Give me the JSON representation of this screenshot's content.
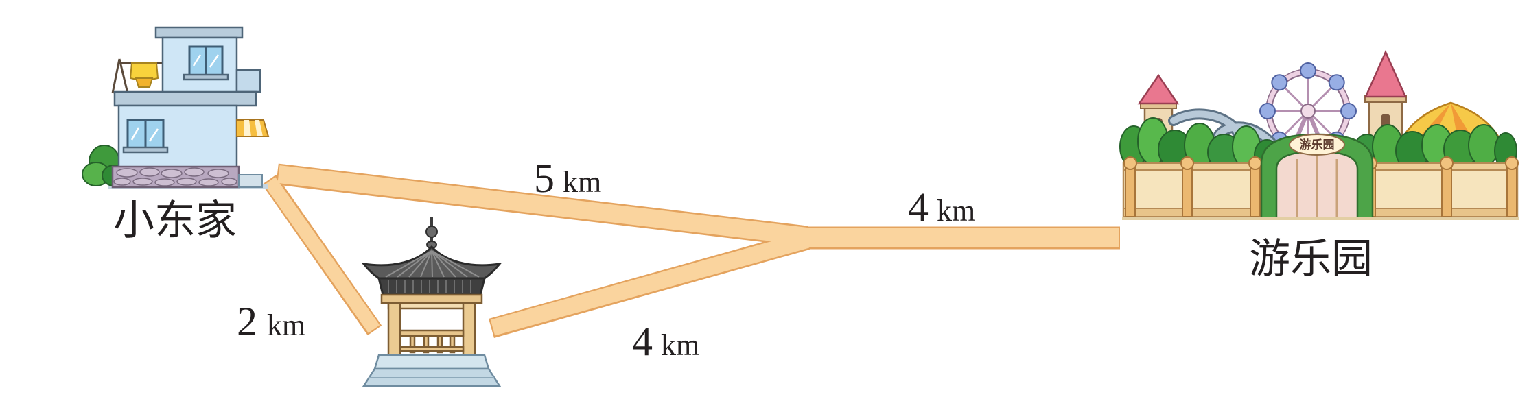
{
  "places": {
    "home": {
      "label": "小东家"
    },
    "park": {
      "label": "游乐园",
      "gate_sign": "游乐园"
    }
  },
  "roads": {
    "home_to_fork": {
      "distance": 5,
      "unit": "km"
    },
    "fork_to_park": {
      "distance": 4,
      "unit": "km"
    },
    "home_to_pavilion": {
      "distance": 2,
      "unit": "km"
    },
    "pavilion_to_fork": {
      "distance": 4,
      "unit": "km"
    }
  },
  "illustrations": {
    "home": "house-icon",
    "pavilion": "pavilion-icon",
    "park": "amusement-park-icon"
  },
  "colors": {
    "road_fill": "#FAD49E",
    "road_edge": "#E4A35E",
    "text": "#231F20"
  }
}
